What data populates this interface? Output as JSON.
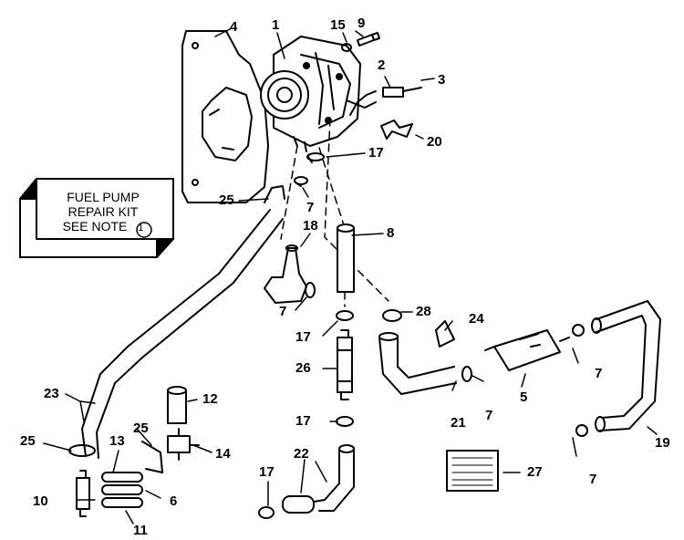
{
  "note": {
    "line1": "FUEL PUMP",
    "line2": "REPAIR KIT",
    "line3": "SEE NOTE",
    "circled": "1"
  },
  "callouts": [
    {
      "id": "c1",
      "text": "1"
    },
    {
      "id": "c2",
      "text": "2"
    },
    {
      "id": "c3",
      "text": "3"
    },
    {
      "id": "c4",
      "text": "4"
    },
    {
      "id": "c5",
      "text": "5"
    },
    {
      "id": "c6",
      "text": "6"
    },
    {
      "id": "c7a",
      "text": "7"
    },
    {
      "id": "c7b",
      "text": "7"
    },
    {
      "id": "c7c",
      "text": "7"
    },
    {
      "id": "c7d",
      "text": "7"
    },
    {
      "id": "c7e",
      "text": "7"
    },
    {
      "id": "c8",
      "text": "8"
    },
    {
      "id": "c9",
      "text": "9"
    },
    {
      "id": "c10",
      "text": "10"
    },
    {
      "id": "c11",
      "text": "11"
    },
    {
      "id": "c12",
      "text": "12"
    },
    {
      "id": "c13",
      "text": "13"
    },
    {
      "id": "c14",
      "text": "14"
    },
    {
      "id": "c15",
      "text": "15"
    },
    {
      "id": "c17a",
      "text": "17"
    },
    {
      "id": "c17b",
      "text": "17"
    },
    {
      "id": "c17c",
      "text": "17"
    },
    {
      "id": "c17d",
      "text": "17"
    },
    {
      "id": "c18",
      "text": "18"
    },
    {
      "id": "c19",
      "text": "19"
    },
    {
      "id": "c20",
      "text": "20"
    },
    {
      "id": "c21",
      "text": "21"
    },
    {
      "id": "c22",
      "text": "22"
    },
    {
      "id": "c23",
      "text": "23"
    },
    {
      "id": "c24",
      "text": "24"
    },
    {
      "id": "c25a",
      "text": "25"
    },
    {
      "id": "c25b",
      "text": "25"
    },
    {
      "id": "c25c",
      "text": "25"
    },
    {
      "id": "c26",
      "text": "26"
    },
    {
      "id": "c27",
      "text": "27"
    },
    {
      "id": "c28",
      "text": "28"
    }
  ]
}
